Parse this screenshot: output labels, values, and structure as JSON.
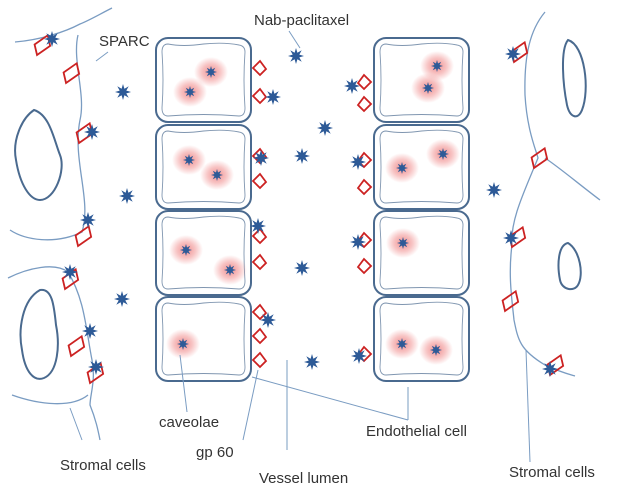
{
  "labels": {
    "sparc": "SPARC",
    "nab_paclitaxel": "Nab-paclitaxel",
    "caveolae": "caveolae",
    "gp60": "gp 60",
    "endothelial_cell": "Endothelial cell",
    "stromal_cells_left": "Stromal cells",
    "vessel_lumen": "Vessel lumen",
    "stromal_cells_right": "Stromal cells"
  },
  "colors": {
    "cell_outline": "#4a6a8f",
    "fiber": "#7a9cc2",
    "drug_star": "#2d5a97",
    "receptor": "#cc2222",
    "nucleus_glow": "#f08a8a",
    "label_text": "#333333",
    "background": "#ffffff"
  },
  "icons": {
    "drug": "star-icon",
    "sparc_receptor": "parallelogram-icon",
    "gp60_receptor": "chevron-icon",
    "caveola": "arc-icon"
  }
}
